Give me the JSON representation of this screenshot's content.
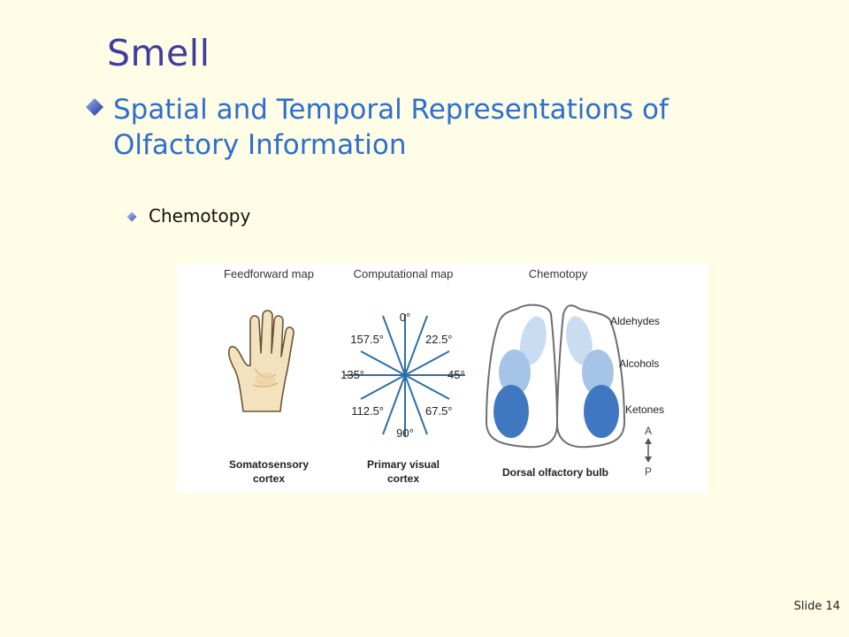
{
  "slide": {
    "title": "Smell",
    "bullet1": "Spatial and Temporal Representations of Olfactory Information",
    "bullet2": "Chemotopy",
    "slide_number": "Slide 14"
  },
  "figure": {
    "panels": {
      "feedforward": "Feedforward map",
      "computational": "Computational map",
      "chemotopy": "Chemotopy"
    },
    "captions": {
      "somatosensory_1": "Somatosensory",
      "somatosensory_2": "cortex",
      "visual_1": "Primary visual",
      "visual_2": "cortex",
      "bulb": "Dorsal olfactory bulb"
    },
    "angles": {
      "a0": "0°",
      "a22": "22.5°",
      "a45": "45°",
      "a67": "67.5°",
      "a90": "90°",
      "a112": "112.5°",
      "a135": "135°",
      "a157": "157.5°"
    },
    "odorants": {
      "aldehydes": "Aldehydes",
      "alcohols": "Alcohols",
      "ketones": "Ketones"
    },
    "axis": {
      "anterior": "A",
      "posterior": "P"
    },
    "colors": {
      "lines": "#2E6FA6",
      "aldehydes": "#C9DCF0",
      "alcohols": "#A6C4E6",
      "ketones": "#3F78C0"
    }
  }
}
